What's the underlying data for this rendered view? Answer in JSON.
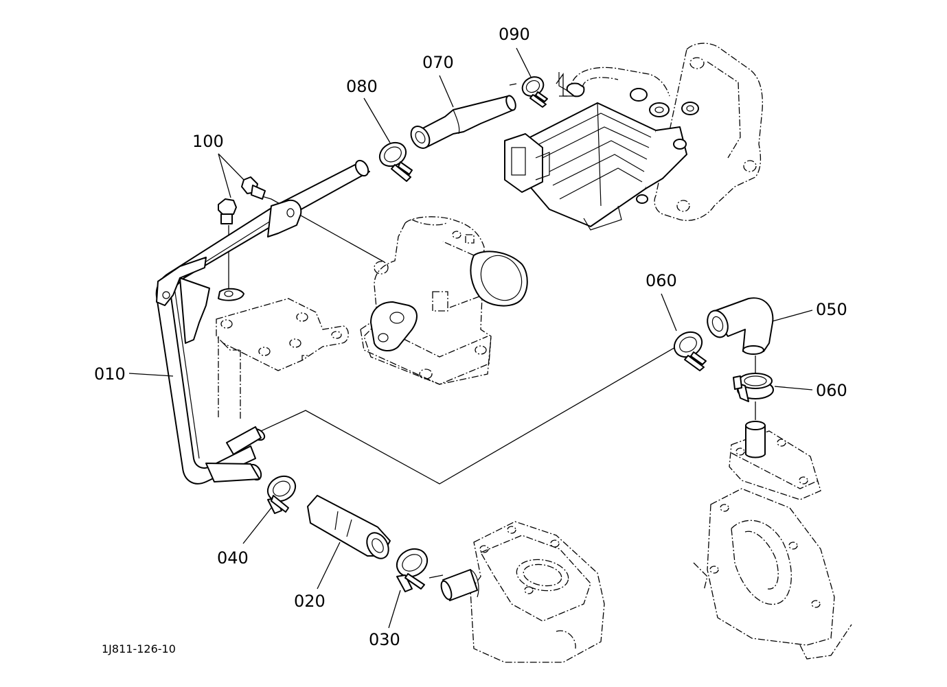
{
  "callouts": {
    "p010": "010",
    "p020": "020",
    "p030": "030",
    "p040": "040",
    "p050": "050",
    "p060a": "060",
    "p060b": "060",
    "p070": "070",
    "p080": "080",
    "p090": "090",
    "p100": "100"
  },
  "figure_code": "1J811-126-10"
}
